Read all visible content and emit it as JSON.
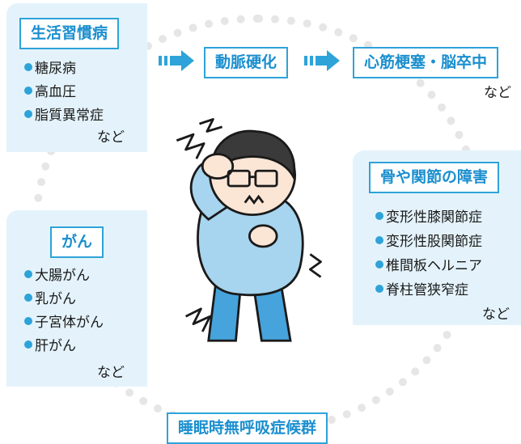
{
  "colors": {
    "accent": "#2ea3d9",
    "panel": "#e4f3fb",
    "ring": "#e6e6e6"
  },
  "lifestyle": {
    "title": "生活習慣病",
    "items": [
      "糖尿病",
      "高血圧",
      "脂質異常症"
    ],
    "etc": "など"
  },
  "arteriosclerosis": {
    "title": "動脈硬化"
  },
  "cardio": {
    "title": "心筋梗塞・脳卒中",
    "etc": "など"
  },
  "bones": {
    "title": "骨や関節の障害",
    "items": [
      "変形性膝関節症",
      "変形性股関節症",
      "椎間板ヘルニア",
      "脊柱管狭窄症"
    ],
    "etc": "など"
  },
  "cancer": {
    "title": "がん",
    "items": [
      "大腸がん",
      "乳がん",
      "子宮体がん",
      "肝がん"
    ],
    "etc": "など"
  },
  "sleep": {
    "title": "睡眠時無呼吸症候群"
  },
  "icons": {
    "arrow": "double-right-arrow-icon",
    "figure": "suffering-man-illustration"
  }
}
